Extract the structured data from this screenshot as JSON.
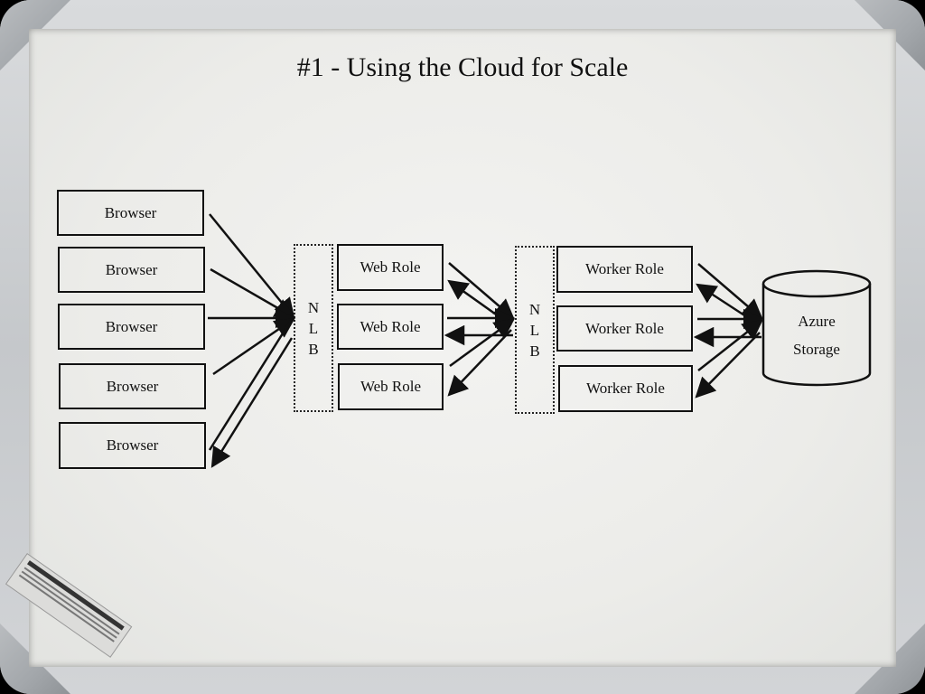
{
  "title": "#1 - Using the Cloud for Scale",
  "browsers": [
    "Browser",
    "Browser",
    "Browser",
    "Browser",
    "Browser"
  ],
  "nlb_1": [
    "N",
    "L",
    "B"
  ],
  "web_roles": [
    "Web Role",
    "Web Role",
    "Web Role"
  ],
  "nlb_2": [
    "N",
    "L",
    "B"
  ],
  "worker_roles": [
    "Worker Role",
    "Worker Role",
    "Worker Role"
  ],
  "storage": {
    "line1": "Azure",
    "line2": "Storage"
  }
}
